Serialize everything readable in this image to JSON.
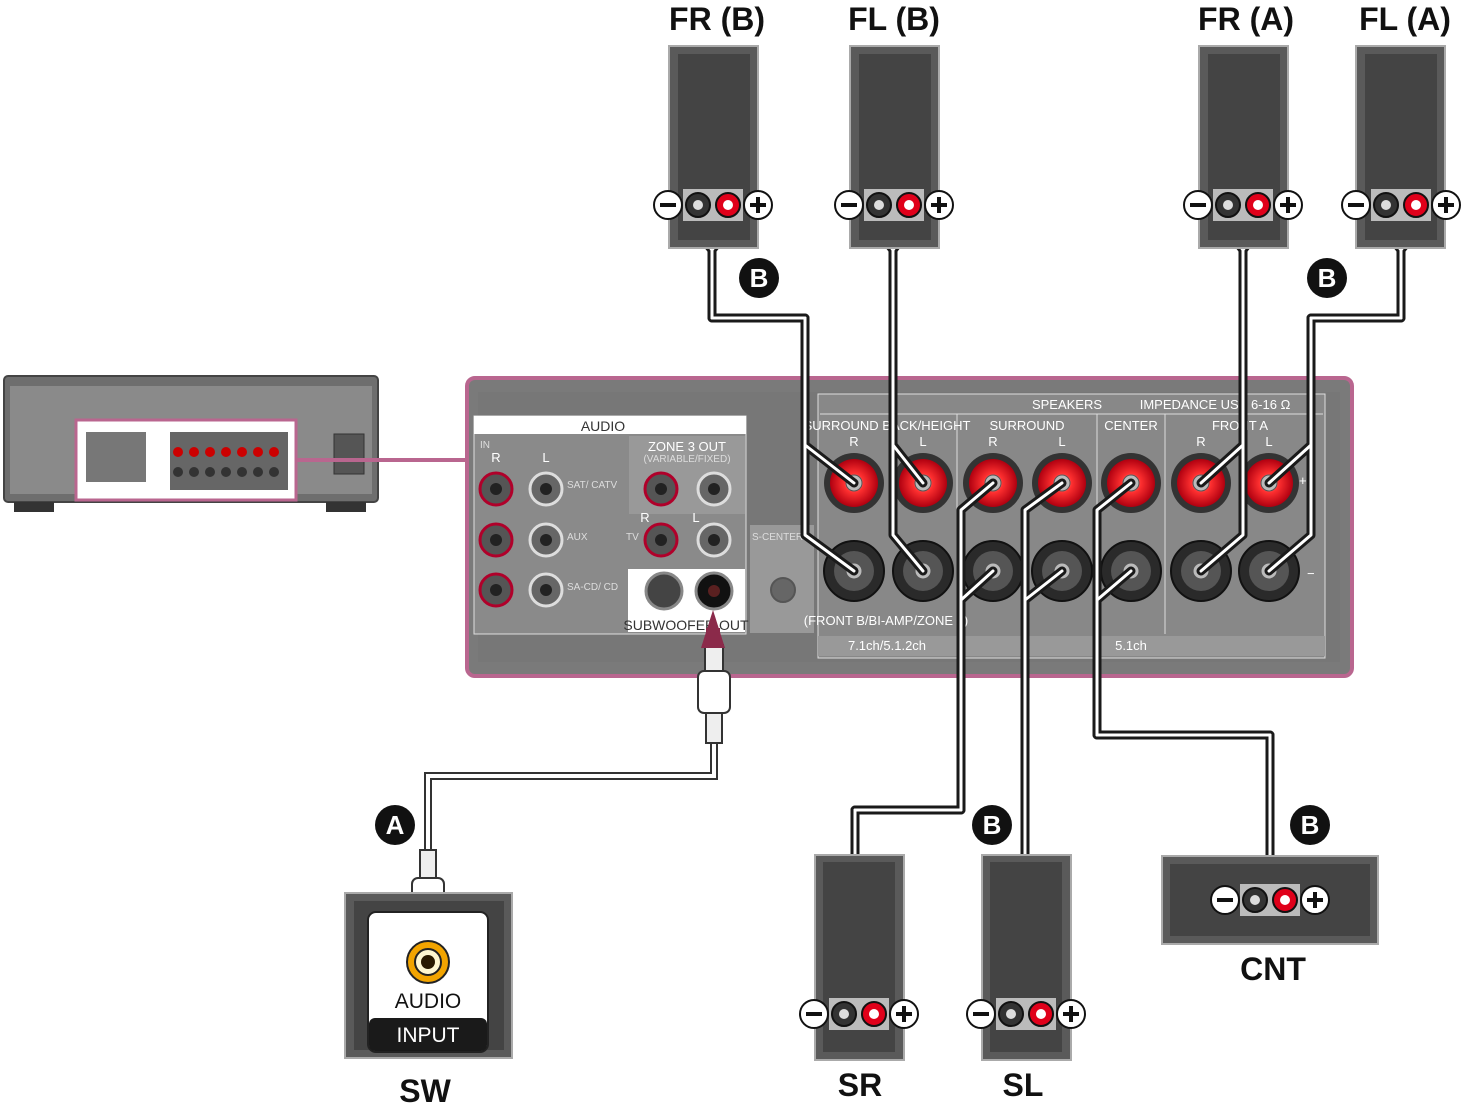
{
  "speakers": {
    "fr_b": "FR (B)",
    "fl_b": "FL (B)",
    "fr_a": "FR (A)",
    "fl_a": "FL (A)",
    "sr": "SR",
    "sl": "SL",
    "cnt": "CNT",
    "sw": "SW"
  },
  "markers": {
    "cable_a": "A",
    "cable_b": "B"
  },
  "terminal_symbols": {
    "minus": "−",
    "plus": "+"
  },
  "subwoofer_box": {
    "audio": "AUDIO",
    "input": "INPUT"
  },
  "receiver": {
    "audio_header": "AUDIO",
    "in": "IN",
    "r": "R",
    "l": "L",
    "sat_catv": "SAT/ CATV",
    "aux": "AUX",
    "sa_cd": "SA-CD/ CD",
    "zone3_out": "ZONE 3 OUT",
    "zone3_sub": "(VARIABLE/FIXED)",
    "tv": "TV",
    "subwoofer_out": "SUBWOOFER OUT",
    "s_center": "S-CENTER",
    "speakers_header": "SPEAKERS",
    "impedance": "IMPEDANCE USE 6-16 Ω",
    "surround_back_height": "SURROUND BACK/HEIGHT",
    "surround": "SURROUND",
    "center": "CENTER",
    "front_a": "FRONT A",
    "front_b_note": "(FRONT B/BI-AMP/ZONE 3)",
    "ch_7_1": "7.1ch/5.1.2ch",
    "ch_5_1": "5.1ch"
  },
  "colors": {
    "frame": "#b9668f",
    "panel": "#7a7a7a",
    "speaker": "#5a5a5a",
    "red_terminal": "#e0001a",
    "cable": "#1a1a1a"
  }
}
